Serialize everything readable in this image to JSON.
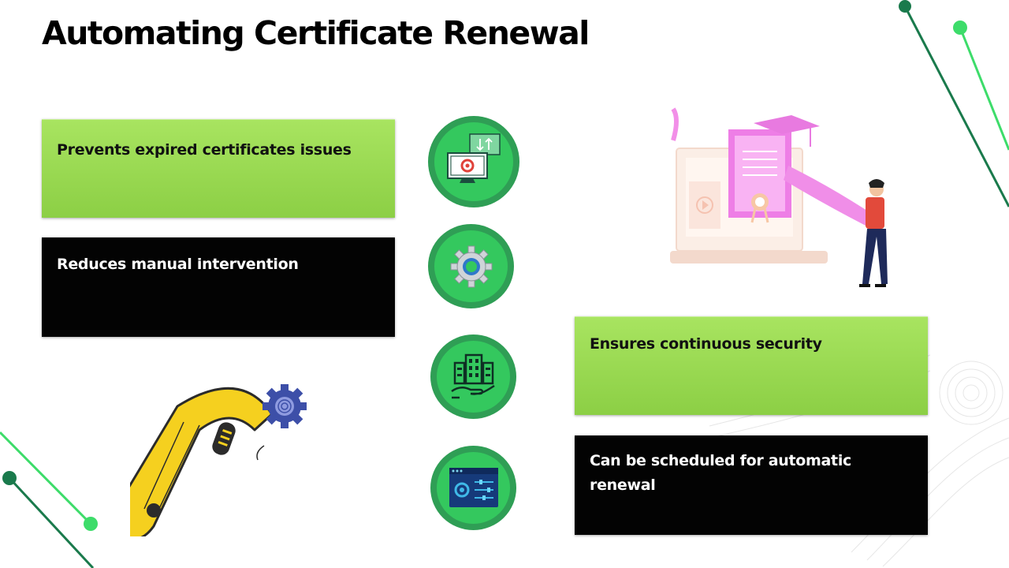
{
  "slide": {
    "title": "Automating Certificate Renewal",
    "cards": [
      {
        "text": "Prevents expired certificates issues"
      },
      {
        "text": "Reduces manual intervention"
      },
      {
        "text": "Ensures continuous security"
      },
      {
        "text": "Can be scheduled for automatic renewal"
      }
    ],
    "icons": [
      "monitor-sync-icon",
      "gear-icon",
      "building-hand-icon",
      "control-panel-icon"
    ]
  },
  "colors": {
    "green_card": "#99d952",
    "black_card": "#030303",
    "circle_ring": "#2f9e55",
    "circle_fill": "#34c85e",
    "accent_line_dark": "#1a7a4c",
    "accent_line_light": "#3ddc6a"
  }
}
